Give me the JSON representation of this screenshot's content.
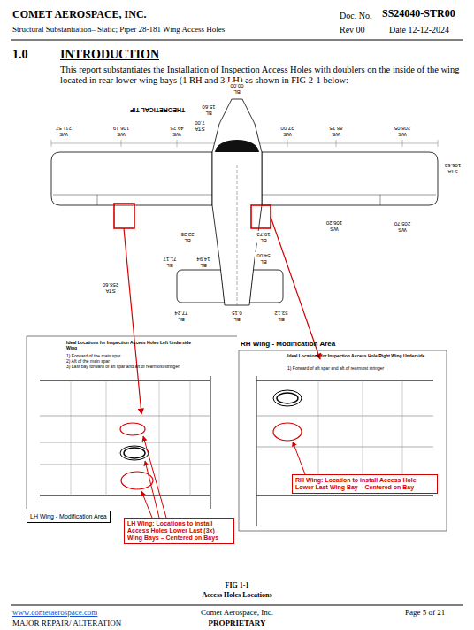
{
  "diagram": {
    "title": "INTRODUCTION",
    "caption": "FIG 1-1",
    "nodes": [
      {
        "text": [
          "LH Wing - Modification Area"
        ]
      },
      {
        "text": [
          "LH Wing: Locations to install Access Holes Lower Last (3x) Wing Bays – Centered on Bays"
        ]
      },
      {
        "text": [
          "RH Wing: Location to install Access Hole Lower Last Wing Bay – Centered on Bay"
        ]
      }
    ],
    "labels": [
      "COMET AEROSPACE, INC.",
      "Structural Substantiation– Static; Piper 28-181 Wing Access Holes",
      "Doc. No.",
      "SS24040-STR00",
      "Rev 00",
      "Date 12-12-2024",
      "1.0",
      "This report substantiates the Installation of Inspection Access Holes with doublers on the inside of the wing located in rear lower wing bays (1 RH and 3 LH) as shown in FIG 2-1 below:",
      "THEORETICAL TIP",
      "BL 00.00",
      "BL 15.60",
      "STA 7.00",
      "WS 211.57",
      "WS 106.19",
      "WS 49.25",
      "WS 37.00",
      "WS 88.75",
      "WS 208.05",
      "STA 106.63",
      "WS 106.20",
      "WS 205.70",
      "BL 22.25",
      "BL 19.73",
      "BL 71.17",
      "BL 14.94",
      "BL 54.00",
      "STA 258.60",
      "BL 77.24",
      "BL 0.15",
      "BL 53.12",
      "Ideal Locations for Inspection Access Holes Left Underside Wing",
      "1) Forward of the main spar",
      "2) Aft of the main spar",
      "3) Last bay forward of aft spar and aft of rearmost stringer",
      "RH Wing - Modification Area",
      "Ideal Locations for Inspection Access Hole Right Wing Underside",
      "1) Forward of aft spar and aft of rearmost stringer",
      "Access Holes Locations",
      "www.cometaerospace.com",
      "Comet Aerospace, Inc.",
      "Page 5 of 21",
      "MAJOR REPAIR/ ALTERATION",
      "PROPRIETARY"
    ]
  }
}
